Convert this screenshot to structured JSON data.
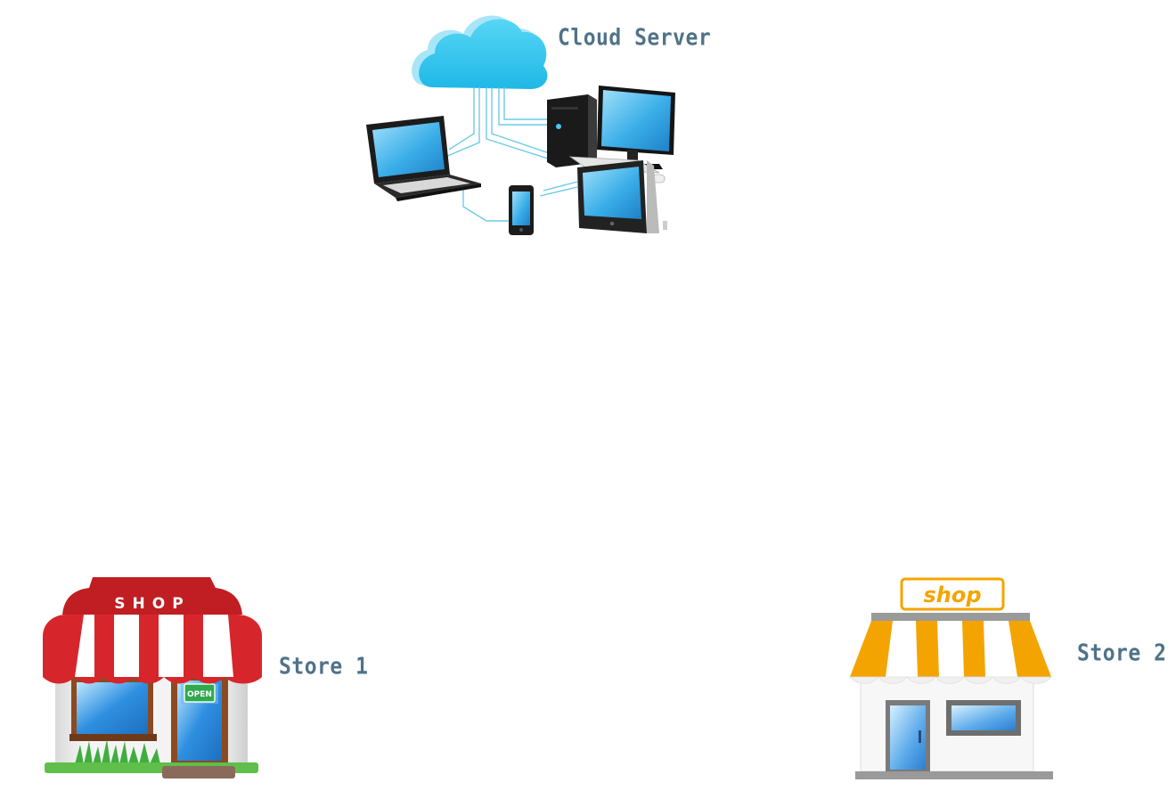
{
  "nodes": {
    "cloud": {
      "label": "Cloud Server",
      "icon": "cloud-server-devices-icon"
    },
    "store1": {
      "label": "Store 1",
      "icon": "red-awning-shop-icon",
      "sign": "SHOP",
      "door_sign": "OPEN"
    },
    "store2": {
      "label": "Store 2",
      "icon": "orange-awning-shop-icon",
      "sign": "shop"
    }
  },
  "colors": {
    "label": "#4f7388",
    "cloud": "#2ec4ea",
    "screen": "#3aaee8",
    "shop1_awning": "#d7262b",
    "shop2_awning": "#f4a400"
  }
}
